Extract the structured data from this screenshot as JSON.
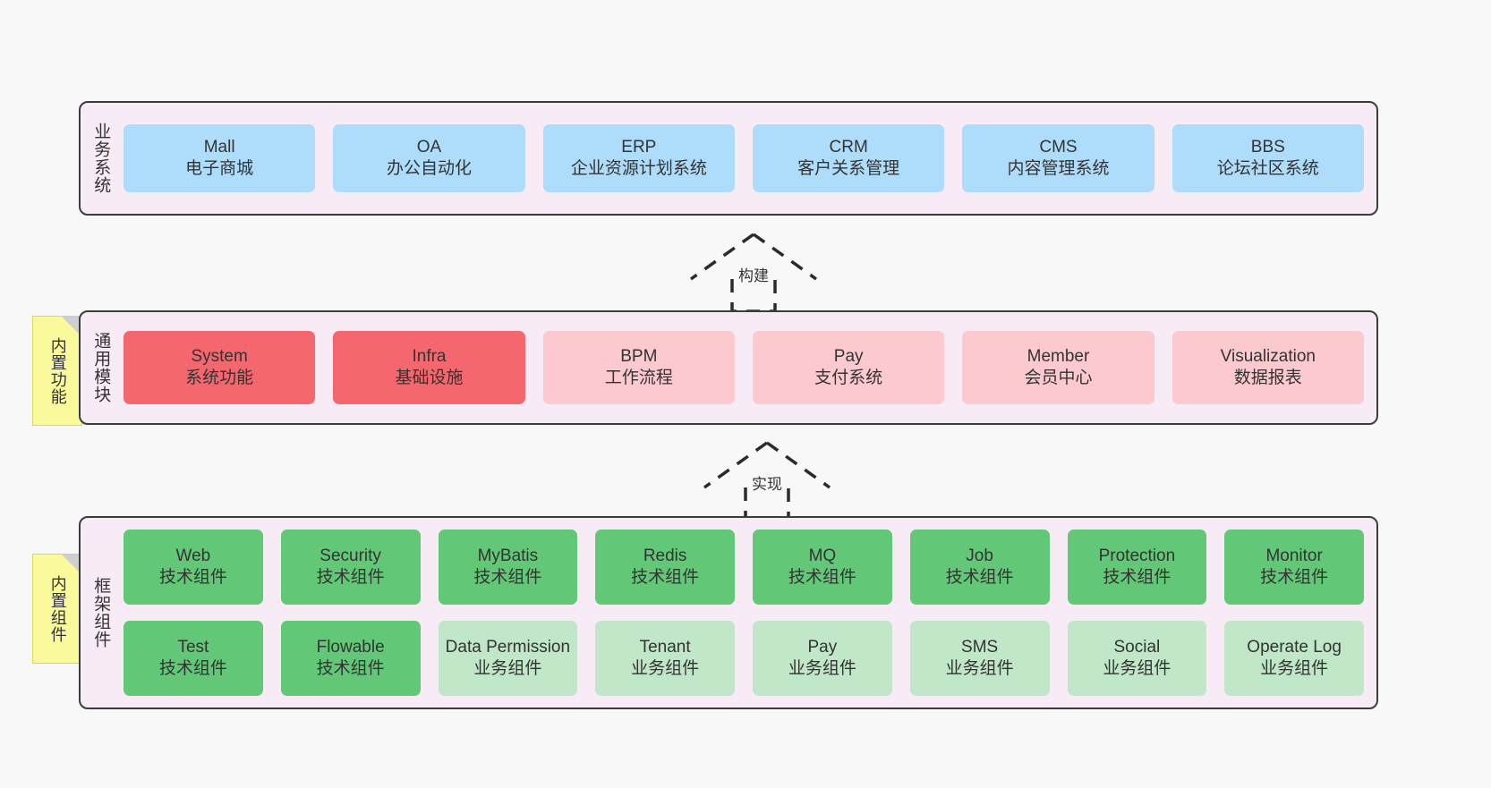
{
  "diagram": {
    "title": "ruoyi-vue-pro architecture layers",
    "colors": {
      "panel_bg": "#f7ebf5",
      "panel_border": "#3c3c3c",
      "blue": "#aedcfb",
      "red": "#f4676e",
      "pink": "#fbc9ce",
      "green": "#62c877",
      "green_pale": "#bfe7c8",
      "note_yellow": "#fafa9d",
      "page_bg": "#f8f8f8"
    }
  },
  "layers": {
    "business": {
      "title": "业务系统",
      "items": [
        {
          "en": "Mall",
          "cn": "电子商城"
        },
        {
          "en": "OA",
          "cn": "办公自动化"
        },
        {
          "en": "ERP",
          "cn": "企业资源计划系统"
        },
        {
          "en": "CRM",
          "cn": "客户关系管理"
        },
        {
          "en": "CMS",
          "cn": "内容管理系统"
        },
        {
          "en": "BBS",
          "cn": "论坛社区系统"
        }
      ]
    },
    "modules": {
      "title": "通用模块",
      "note": "内置功能",
      "items": [
        {
          "en": "System",
          "cn": "系统功能",
          "style": "c-red"
        },
        {
          "en": "Infra",
          "cn": "基础设施",
          "style": "c-red"
        },
        {
          "en": "BPM",
          "cn": "工作流程",
          "style": "c-pink"
        },
        {
          "en": "Pay",
          "cn": "支付系统",
          "style": "c-pink"
        },
        {
          "en": "Member",
          "cn": "会员中心",
          "style": "c-pink"
        },
        {
          "en": "Visualization",
          "cn": "数据报表",
          "style": "c-pink"
        }
      ]
    },
    "framework": {
      "title": "框架组件",
      "note": "内置组件",
      "row1": [
        {
          "en": "Web",
          "cn": "技术组件",
          "style": "c-green"
        },
        {
          "en": "Security",
          "cn": "技术组件",
          "style": "c-green"
        },
        {
          "en": "MyBatis",
          "cn": "技术组件",
          "style": "c-green"
        },
        {
          "en": "Redis",
          "cn": "技术组件",
          "style": "c-green"
        },
        {
          "en": "MQ",
          "cn": "技术组件",
          "style": "c-green"
        },
        {
          "en": "Job",
          "cn": "技术组件",
          "style": "c-green"
        },
        {
          "en": "Protection",
          "cn": "技术组件",
          "style": "c-green"
        },
        {
          "en": "Monitor",
          "cn": "技术组件",
          "style": "c-green"
        }
      ],
      "row2": [
        {
          "en": "Test",
          "cn": "技术组件",
          "style": "c-green"
        },
        {
          "en": "Flowable",
          "cn": "技术组件",
          "style": "c-green"
        },
        {
          "en": "Data Permission",
          "cn": "业务组件",
          "style": "c-green-pale"
        },
        {
          "en": "Tenant",
          "cn": "业务组件",
          "style": "c-green-pale"
        },
        {
          "en": "Pay",
          "cn": "业务组件",
          "style": "c-green-pale"
        },
        {
          "en": "SMS",
          "cn": "业务组件",
          "style": "c-green-pale"
        },
        {
          "en": "Social",
          "cn": "业务组件",
          "style": "c-green-pale"
        },
        {
          "en": "Operate Log",
          "cn": "业务组件",
          "style": "c-green-pale"
        }
      ]
    }
  },
  "connectors": {
    "build": {
      "label": "构建"
    },
    "implement": {
      "label": "实现"
    }
  }
}
